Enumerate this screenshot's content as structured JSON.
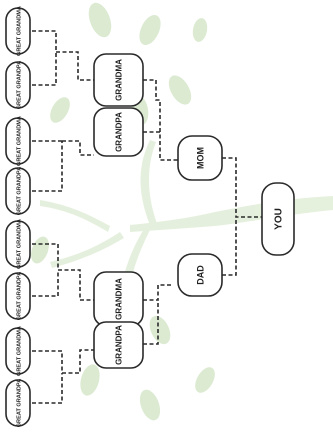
{
  "tree": {
    "you": "YOU",
    "mom": "MOM",
    "dad": "DAD",
    "grandma_mom_side": "GRANDMA",
    "grandpa_mom_side": "GRANDPA",
    "grandma_dad_side": "GRANDMA",
    "grandpa_dad_side": "GRANDPA",
    "great_grandparents": [
      "GREAT GRANDMA",
      "GREAT GRANDPA",
      "GREAT GRANDMA",
      "GREAT GRANDPA",
      "GREAT GRANDMA",
      "GREAT GRANDPA",
      "GREAT GRANDMA",
      "GREAT GRANDPA"
    ]
  },
  "colors": {
    "line": "#2a2a2a",
    "node_fill": "#ffffff",
    "background_tree": "#dcebd2"
  }
}
